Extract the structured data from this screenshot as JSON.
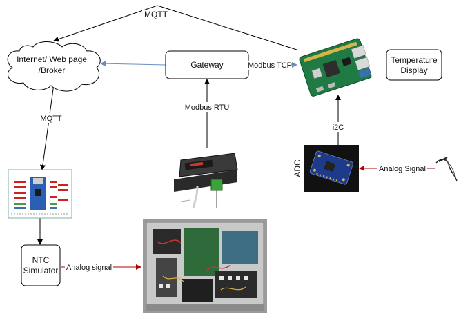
{
  "nodes": {
    "cloud_line1": "Internet/ Web page",
    "cloud_line2": "/Broker",
    "gateway": "Gateway",
    "temperature_line1": "Temperature",
    "temperature_line2": "Display",
    "ntc_line1": "NTC",
    "ntc_line2": "Simulator",
    "adc": "ADC"
  },
  "edges": {
    "mqtt_top": "MQTT",
    "mqtt_left": "MQTT",
    "modbus_tcp": "Modbus TCP",
    "modbus_rtu": "Modbus RTU",
    "i2c": "i2C",
    "analog_signal_sensor": "Analog Signal",
    "analog_signal_ntc": "Analog signal"
  },
  "colors": {
    "line": "#000000",
    "arrow_blue": "#6c8ebf",
    "arrow_red": "#b20000",
    "pcb_blue": "#1d3b8a",
    "rpi_green": "#1f7a44",
    "enclosure_gray": "#c9c9c9"
  }
}
